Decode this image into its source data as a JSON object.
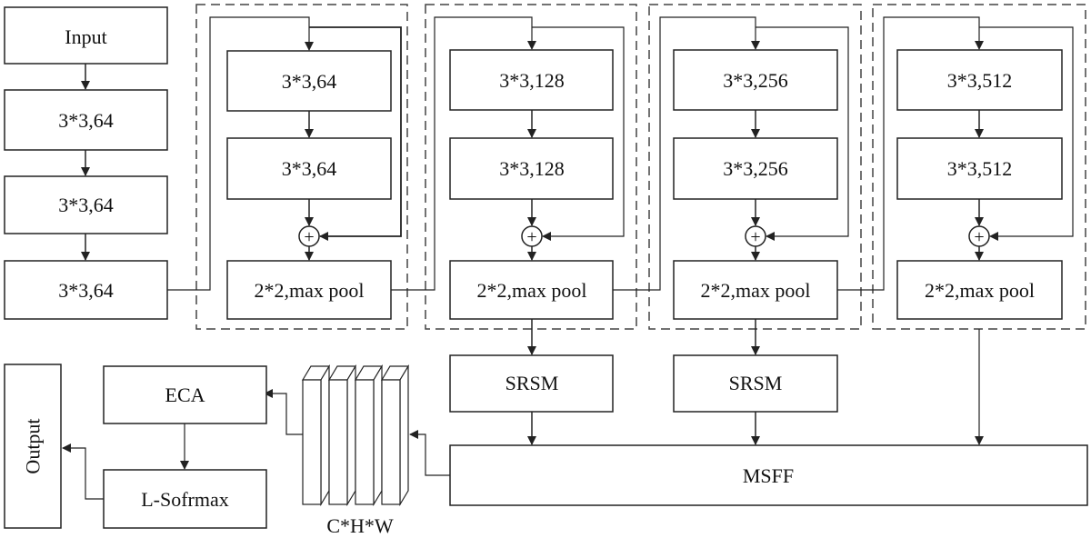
{
  "colors": {
    "stroke": "#222222",
    "dash": "#444444",
    "fill": "#ffffff",
    "text": "#111111"
  },
  "left_column": {
    "input": "Input",
    "conv1": "3*3,64",
    "conv2": "3*3,64",
    "conv3": "3*3,64"
  },
  "stages": [
    {
      "conv_a": "3*3,64",
      "conv_b": "3*3,64",
      "pool": "2*2,max pool",
      "add": "+"
    },
    {
      "conv_a": "3*3,128",
      "conv_b": "3*3,128",
      "pool": "2*2,max pool",
      "add": "+"
    },
    {
      "conv_a": "3*3,256",
      "conv_b": "3*3,256",
      "pool": "2*2,max pool",
      "add": "+"
    },
    {
      "conv_a": "3*3,512",
      "conv_b": "3*3,512",
      "pool": "2*2,max pool",
      "add": "+"
    }
  ],
  "srsm": [
    "SRSM",
    "SRSM"
  ],
  "msff": "MSFF",
  "feature_map_label": "C*H*W",
  "eca": "ECA",
  "softmax": "L-Sofrmax",
  "output": "Output"
}
